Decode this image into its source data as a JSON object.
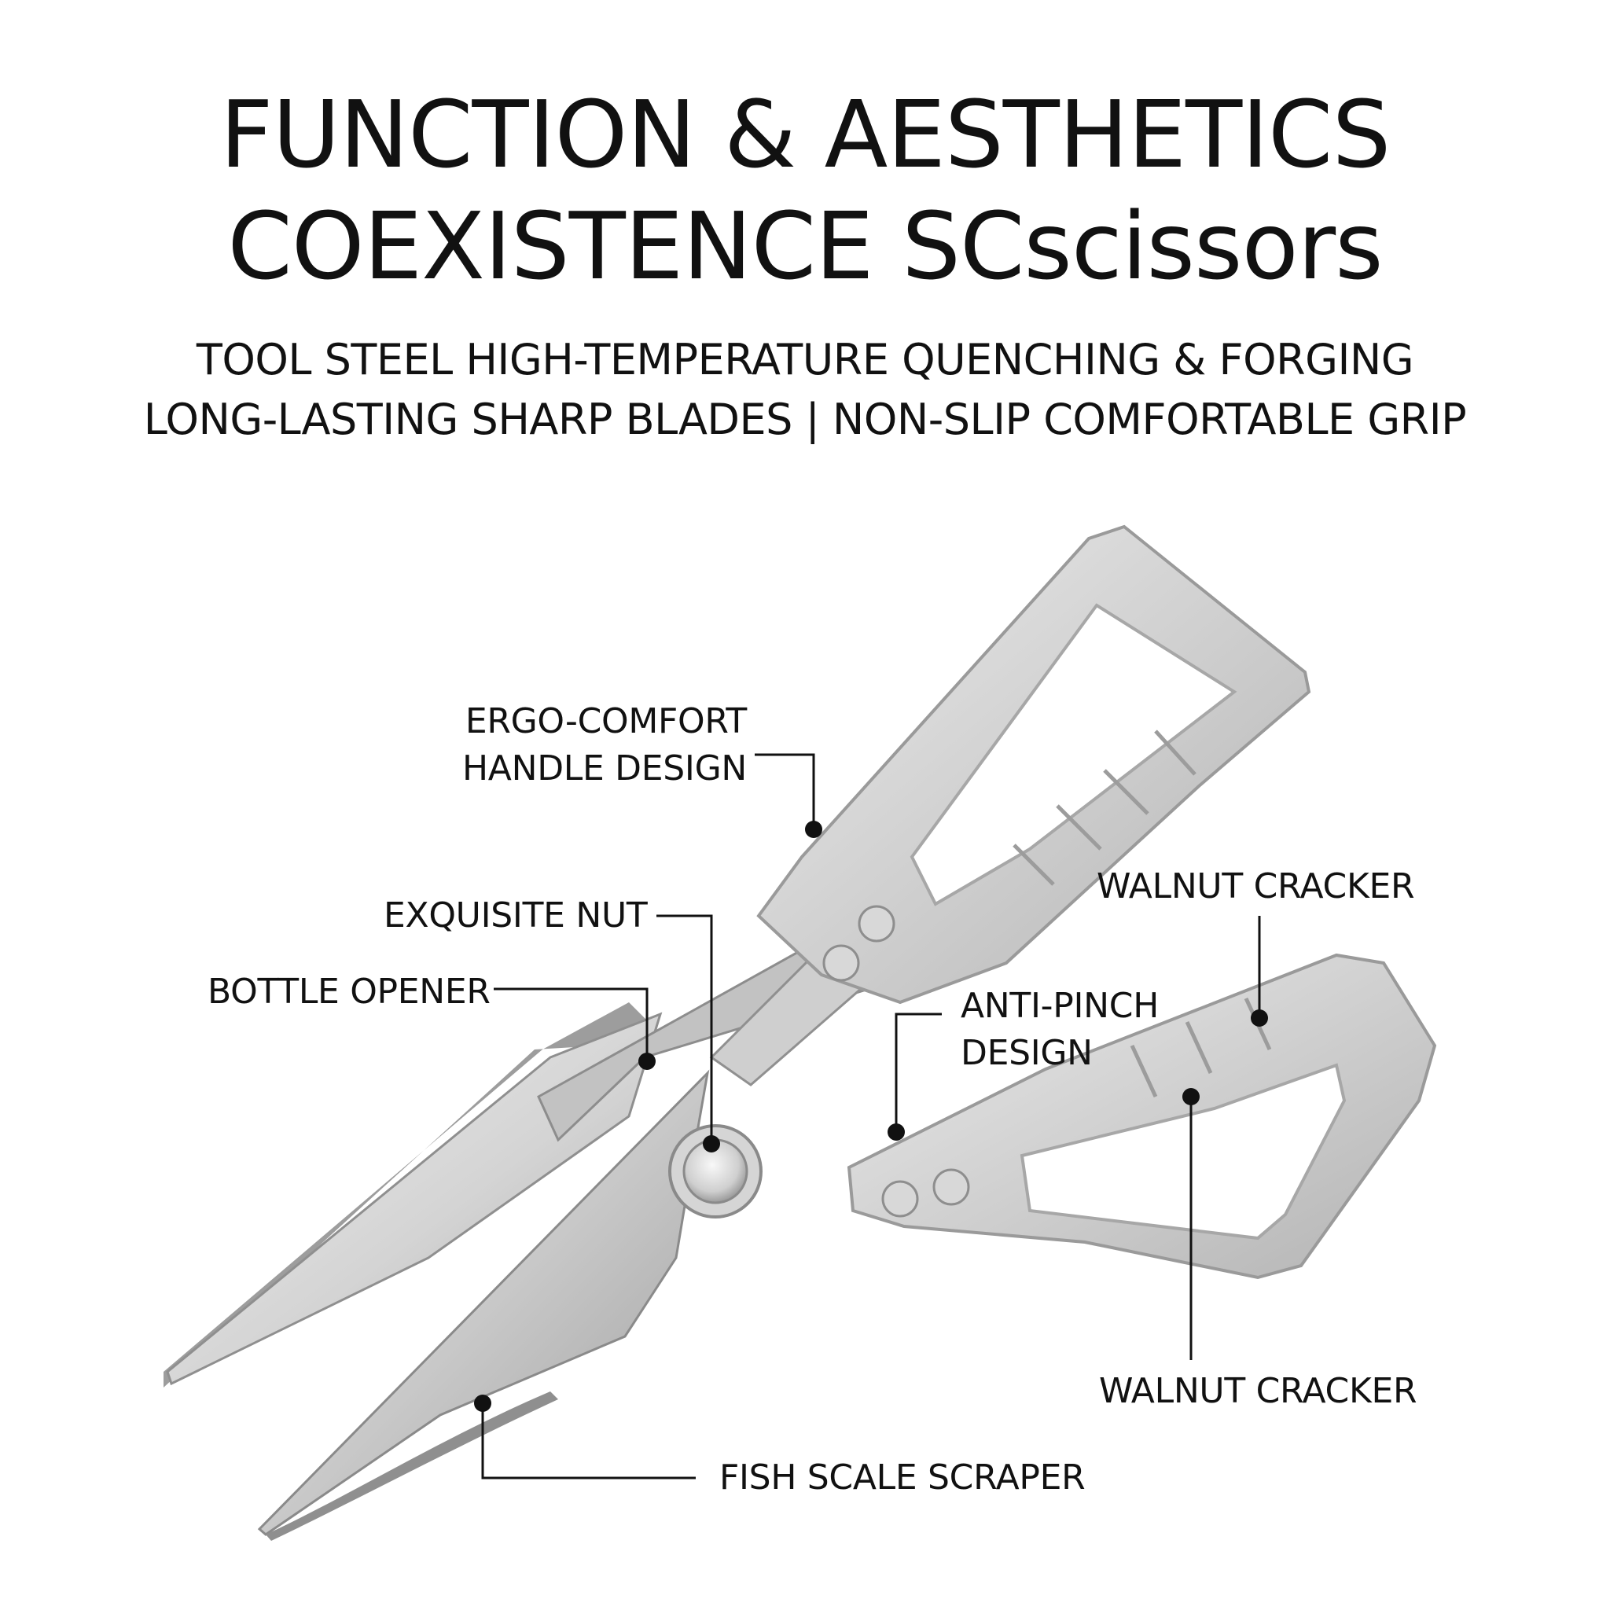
{
  "title": {
    "line1": "FUNCTION & AESTHETICS",
    "line2": "COEXISTENCE SCscissors"
  },
  "subtitle": {
    "line1": "TOOL STEEL HIGH-TEMPERATURE QUENCHING & FORGING",
    "line2": "LONG-LASTING SHARP BLADES | NON-SLIP COMFORTABLE GRIP"
  },
  "callouts": {
    "ergo_line1": "ERGO-COMFORT",
    "ergo_line2": "HANDLE DESIGN",
    "exquisite_nut": "EXQUISITE NUT",
    "bottle_opener": "BOTTLE OPENER",
    "anti_pinch_line1": "ANTI-PINCH",
    "anti_pinch_line2": "DESIGN",
    "walnut_cracker_top": "WALNUT CRACKER",
    "walnut_cracker_bottom": "WALNUT CRACKER",
    "fish_scale_scraper": "FISH SCALE SCRAPER"
  },
  "colors": {
    "background": "#ffffff",
    "text": "#111111",
    "steel_light": "#e2e2e2",
    "steel_mid": "#bdbdbd",
    "steel_dark": "#8d8d8d"
  }
}
